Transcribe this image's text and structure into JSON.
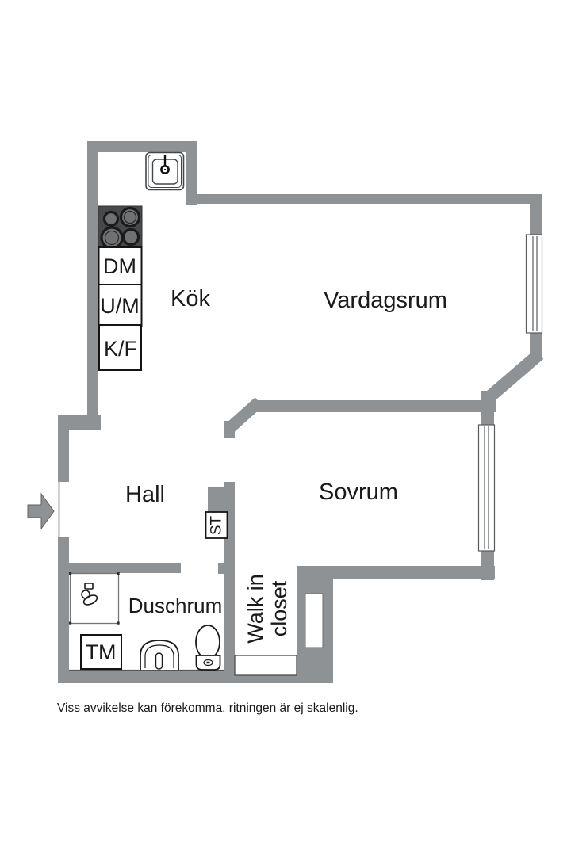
{
  "labels": {
    "kitchen": "Kök",
    "living_room": "Vardagsrum",
    "hall": "Hall",
    "bedroom": "Sovrum",
    "shower_room": "Duschrum",
    "walk_in_closet_line1": "Walk in",
    "walk_in_closet_line2": "closet",
    "storage": "ST",
    "washing_machine": "TM",
    "dishwasher": "DM",
    "oven_microwave": "U/M",
    "fridge_freezer": "K/F"
  },
  "footer": {
    "disclaimer": "Viss avvikelse kan förekomma, ritningen är ej skalenlig."
  },
  "colors": {
    "wall": "#8f9295",
    "stove": "#47494b",
    "burner": "#6f7173",
    "text": "#1a1a1a",
    "footer_text": "#3e3e3e"
  },
  "icons": {
    "entrance": "entrance-arrow-icon",
    "kitchen_sink": "kitchen-sink-icon",
    "cooktop": "cooktop-four-burners-icon",
    "shower": "shower-enclosure-icon",
    "shower_mixer": "shower-mixer-icon",
    "washbasin": "washbasin-icon",
    "toilet": "toilet-icon",
    "window": "window-symbol-icon",
    "wardrobe": "wardrobe-icon"
  }
}
